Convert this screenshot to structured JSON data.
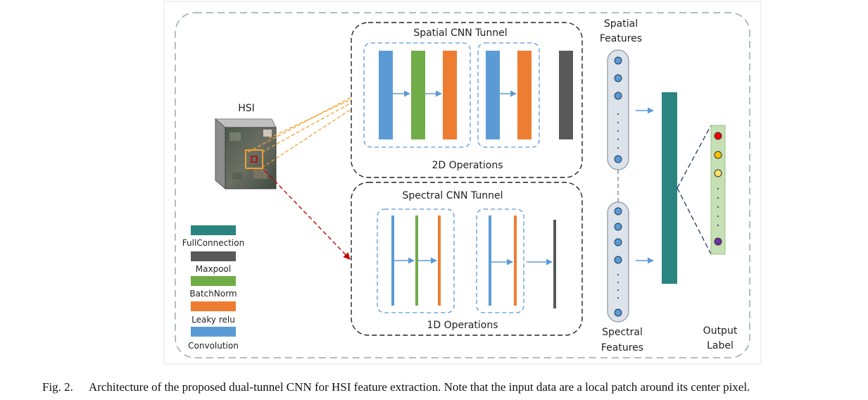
{
  "spatial_tunnel": {
    "title": "Spatial CNN Tunnel",
    "operations": "2D Operations"
  },
  "spectral_tunnel": {
    "title": "Spectral CNN Tunnel",
    "operations": "1D Operations"
  },
  "input": {
    "label": "HSI"
  },
  "spatial_features": {
    "line1": "Spatial",
    "line2": "Features"
  },
  "spectral_features": {
    "line1": "Spectral",
    "line2": "Features"
  },
  "output": {
    "line1": "Output",
    "line2": "Label"
  },
  "legend": [
    {
      "label": "FullConnection",
      "color": "#2a8580"
    },
    {
      "label": "Maxpool",
      "color": "#595959"
    },
    {
      "label": "BatchNorm",
      "color": "#70ad47"
    },
    {
      "label": "Leaky relu",
      "color": "#ed7d31"
    },
    {
      "label": "Convolution",
      "color": "#5b9bd5"
    }
  ],
  "caption": {
    "fig": "Fig. 2.",
    "text": "Architecture of the proposed dual-tunnel CNN for HSI feature extraction. Note that the input data are a local patch around its center pixel."
  }
}
